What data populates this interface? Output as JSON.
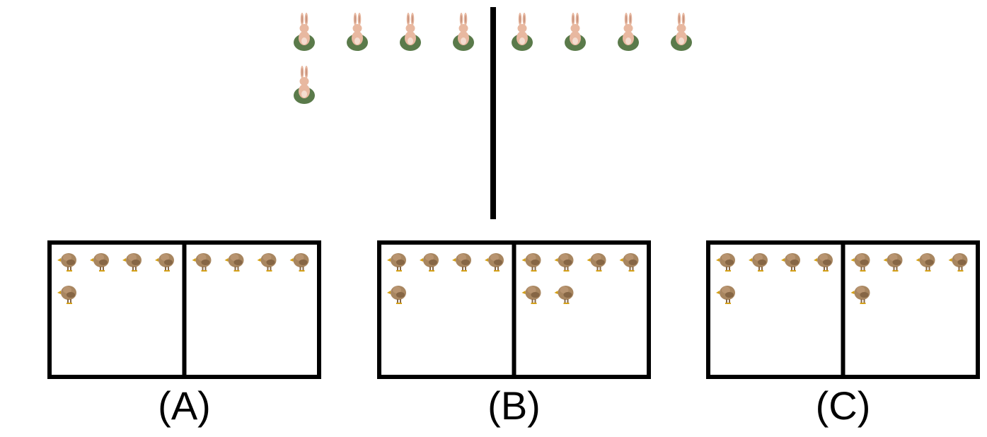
{
  "colors": {
    "background": "#ffffff",
    "line": "#000000",
    "rabbit_body": "#e8b8a0",
    "rabbit_shade": "#c99580",
    "rabbit_base": "#5a7a4a",
    "bird_body": "#a88660",
    "bird_shade": "#866645",
    "bird_beak": "#d4a017"
  },
  "top_group": {
    "icon": "rabbit-icon",
    "divider": "vertical-divider",
    "left_count": 5,
    "right_count": 4
  },
  "options": [
    {
      "label": "(A)",
      "icon": "bird-icon",
      "left_count": 5,
      "right_count": 4
    },
    {
      "label": "(B)",
      "icon": "bird-icon",
      "left_count": 5,
      "right_count": 6
    },
    {
      "label": "(C)",
      "icon": "bird-icon",
      "left_count": 5,
      "right_count": 5
    }
  ]
}
